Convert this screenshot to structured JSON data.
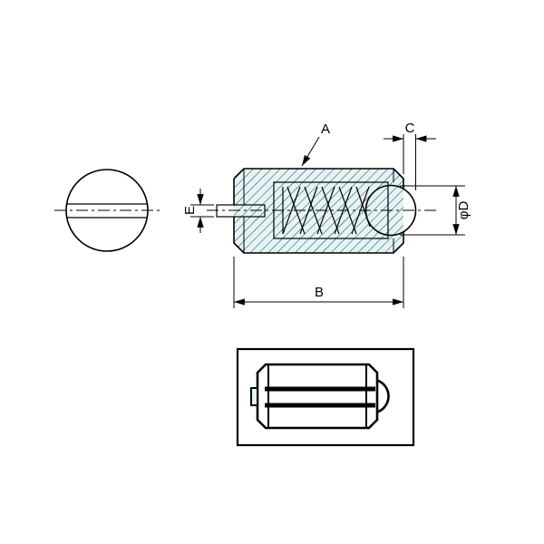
{
  "labels": {
    "a": "A",
    "b": "B",
    "c": "C",
    "e": "E",
    "d": "φD"
  },
  "colors": {
    "part_fill": "#e3f4f6",
    "line": "#000000",
    "background": "#ffffff"
  }
}
